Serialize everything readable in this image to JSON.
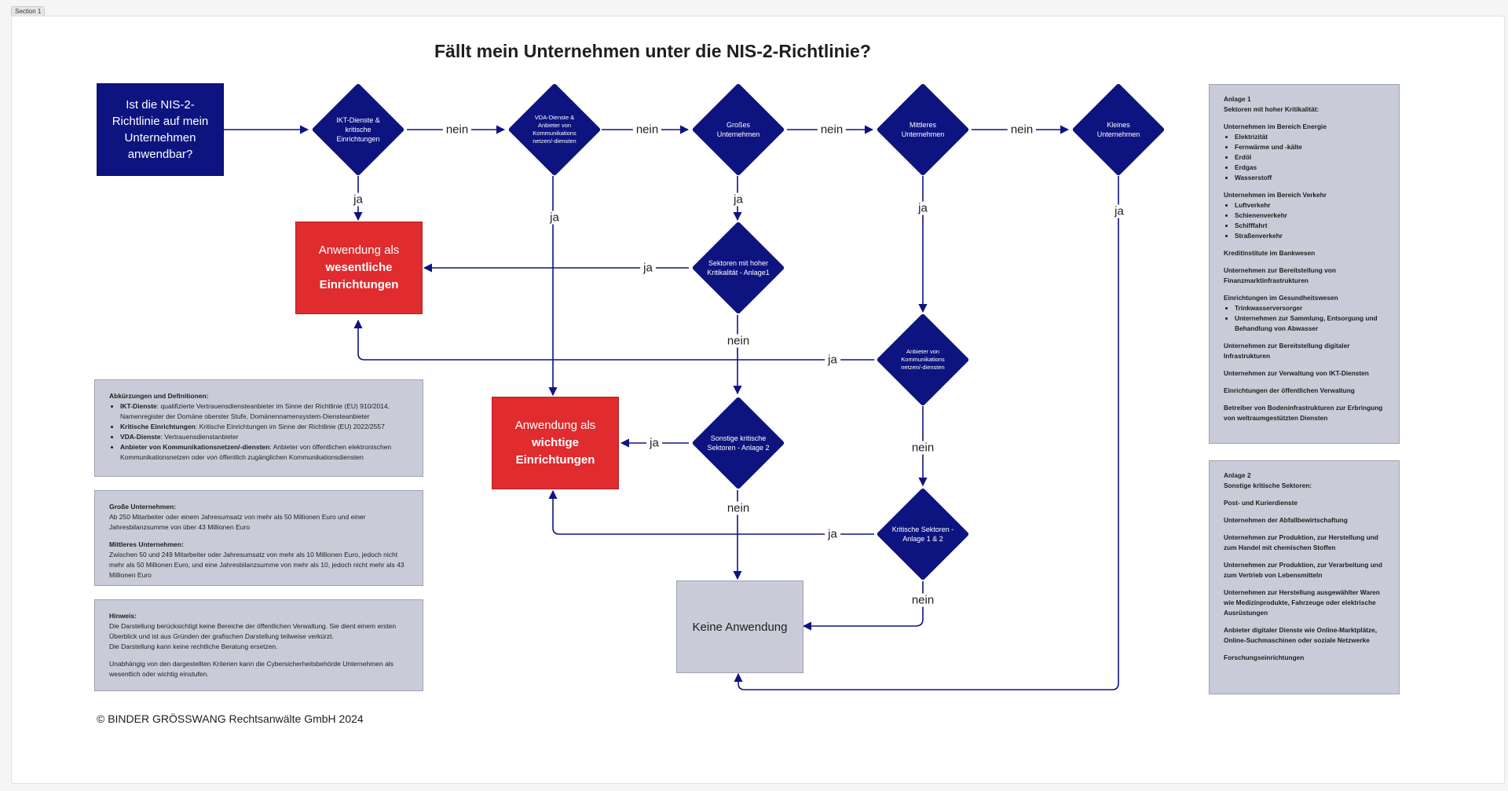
{
  "section_tag": "Section 1",
  "title": "Fällt mein Unternehmen unter die NIS-2-Richtlinie?",
  "start": "Ist die NIS-2-Richtlinie auf mein Unternehmen anwendbar?",
  "diamonds": {
    "ikt": "IKT-Dienste & kritische Einrichtungen",
    "vda": "VDA-Dienste & Anbieter von Kommunikations netzen/-diensten",
    "gross": "Großes Unternehmen",
    "mittel": "Mittleres Unternehmen",
    "klein": "Kleines Unternehmen",
    "sektoren_hoch": "Sektoren mit hoher Kritikalität - Anlage1",
    "anbieter_komm": "Anbieter von Kommunikations netzen/-diensten",
    "sonstige": "Sonstige kritische Sektoren - Anlage 2",
    "kritische_sek": "Kritische Sektoren - Anlage 1 & 2"
  },
  "outcomes": {
    "wesentlich_line1": "Anwendung als",
    "wesentlich_line2": "wesentliche",
    "wesentlich_line3": "Einrichtungen",
    "wichtig_line1": "Anwendung als",
    "wichtig_line2": "wichtige",
    "wichtig_line3": "Einrichtungen",
    "keine": "Keine Anwendung"
  },
  "labels": {
    "nein": "nein",
    "ja": "ja"
  },
  "definitions": {
    "heading": "Abkürzungen und Definitionen:",
    "items": [
      {
        "term": "IKT-Dienste",
        "text": ": qualifizierte  Vertrauensdiensteanbieter im Sinne der Richtlinie (EU) 910/2014, Namenregister der Domäne oberster Stufe, Domänennamensystem-Diensteanbieter"
      },
      {
        "term": "Kritische Einrichtungen",
        "text": ": Kritische Einrichtungen im Sinne der Richtlinie (EU) 2022/2557"
      },
      {
        "term": "VDA-Dienste",
        "text": ": Vertrauensdienstanbieter"
      },
      {
        "term": "Anbieter von Kommunikationsnetzen/-diensten",
        "text": ": Anbieter von öffentlichen elektronischen Kommunikationsnetzen oder von öffentlich zugänglichen Kommunikationsdiensten"
      }
    ]
  },
  "sizes": {
    "gross_heading": "Große Unternehmen:",
    "gross_text": "Ab 250 Mitarbeiter oder einem Jahresumsatz von mehr als 50 Millionen Euro und einer Jahresbilanzsumme von über 43 Millionen Euro",
    "mittel_heading": "Mittleres Unternehmen:",
    "mittel_text": "Zwischen 50 und 249 Mitarbeiter oder Jahresumsatz von mehr als 10 Millionen Euro, jedoch nicht mehr als 50 Millionen Euro, und eine Jahresbilanzsumme von mehr als 10, jedoch nicht mehr als 43 Millionen Euro"
  },
  "hinweis": {
    "heading": "Hinweis:",
    "text1": "Die Darstellung berücksichtigt keine Bereiche der öffentlichen Verwaltung. Sie dient einem ersten Überblick und ist aus Gründen der grafischen Darstellung teilweise verkürzt.",
    "text2": "Die Darstellung kann keine rechtliche Beratung ersetzen.",
    "text3": "Unabhängig von den dargestellten Kriterien kann die Cybersicherheitsbehörde Unternehmen als wesentlich oder wichtig einstufen."
  },
  "anlage1": {
    "heading": "Anlage 1",
    "subheading": "Sektoren mit hoher Kritikalität:",
    "energie": "Unternehmen im Bereich Energie",
    "energie_items": [
      "Elektrizität",
      "Fernwärme und -kälte",
      "Erdöl",
      "Erdgas",
      "Wasserstoff"
    ],
    "verkehr": "Unternehmen im Bereich Verkehr",
    "verkehr_items": [
      "Luftverkehr",
      "Schienenverkehr",
      "Schifffahrt",
      "Straßenverkehr"
    ],
    "bank": "Kreditinstitute im Bankwesen",
    "finanz": "Unternehmen zur Bereitstellung von Finanzmarktinfrastrukturen",
    "gesundheit": "Einrichtungen im Gesundheitswesen",
    "gesundheit_items": [
      "Trinkwasserversorger",
      "Unternehmen zur Sammlung, Entsorgung und Behandlung von Abwasser"
    ],
    "digital": "Unternehmen zur Bereitstellung digitaler Infrastrukturen",
    "ikt": "Unternehmen zur Verwaltung von IKT-Diensten",
    "verwaltung": "Einrichtungen der öffentlichen Verwaltung",
    "weltraum": "Betreiber von Bodeninfrastrukturen zur Erbringung von weltraumgestützten Diensten"
  },
  "anlage2": {
    "heading": "Anlage 2",
    "subheading": "Sonstige kritische Sektoren:",
    "items": [
      "Post- und Kurierdienste",
      "Unternehmen der Abfallbewirtschaftung",
      "Unternehmen zur Produktion, zur Herstellung und zum Handel mit chemischen Stoffen",
      "Unternehmen zur Produktion, zur Verarbeitung und zum Vertrieb von Lebensmitteln",
      "Unternehmen zur Herstellung ausgewählter Waren wie Medizinprodukte, Fahrzeuge oder elektrische Ausrüstungen",
      "Anbieter digitaler Dienste wie Online-Marktplätze, Online-Suchmaschinen oder soziale Netzwerke",
      "Forschungseinrichtungen"
    ]
  },
  "copyright": "© BINDER GRÖSSWANG Rechtsanwälte GmbH 2024",
  "colors": {
    "navy": "#0d1480",
    "red": "#e02b2f",
    "grey": "#c9ccd8"
  }
}
